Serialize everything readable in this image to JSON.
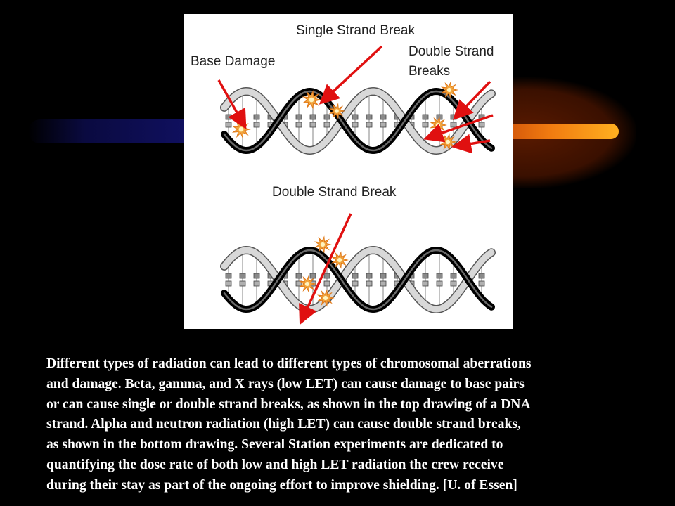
{
  "diagram": {
    "labels": {
      "single_strand_break": "Single Strand Break",
      "base_damage": "Base Damage",
      "double_strand_breaks_line1": "Double Strand",
      "double_strand_breaks_line2": "Breaks",
      "double_strand_break": "Double Strand Break"
    }
  },
  "caption": {
    "lines": [
      "Different types of radiation can lead to different types of chromosomal aberrations",
      "and damage. Beta, gamma, and X rays (low LET) can cause damage to base pairs",
      "or can cause single or double strand breaks, as shown in the top drawing of a DNA",
      "strand. Alpha and neutron radiation (high LET) can cause double strand breaks,",
      "as shown in the bottom drawing. Several Station experiments are dedicated to",
      "quantifying the dose rate of both low and high LET radiation the crew receive",
      "during their stay as part of the ongoing effort to improve shielding. [U. of Essen]"
    ]
  },
  "colors": {
    "background": "#000000",
    "arrow": "#e01010",
    "burst": "#f2a640",
    "strand_dark": "#1a1a1a",
    "strand_light": "#d8d8d8",
    "beam_orange": "#f07a10",
    "beam_blue": "#101060"
  }
}
